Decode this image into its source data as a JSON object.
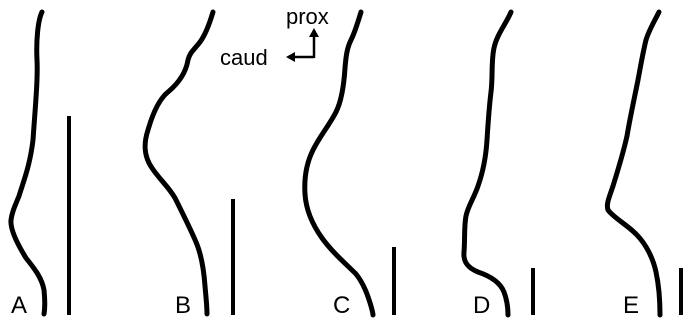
{
  "figure": {
    "panels": [
      {
        "label": "A"
      },
      {
        "label": "B"
      },
      {
        "label": "C"
      },
      {
        "label": "D"
      },
      {
        "label": "E"
      }
    ],
    "orientation": {
      "prox_label": "prox",
      "caud_label": "caud"
    }
  }
}
